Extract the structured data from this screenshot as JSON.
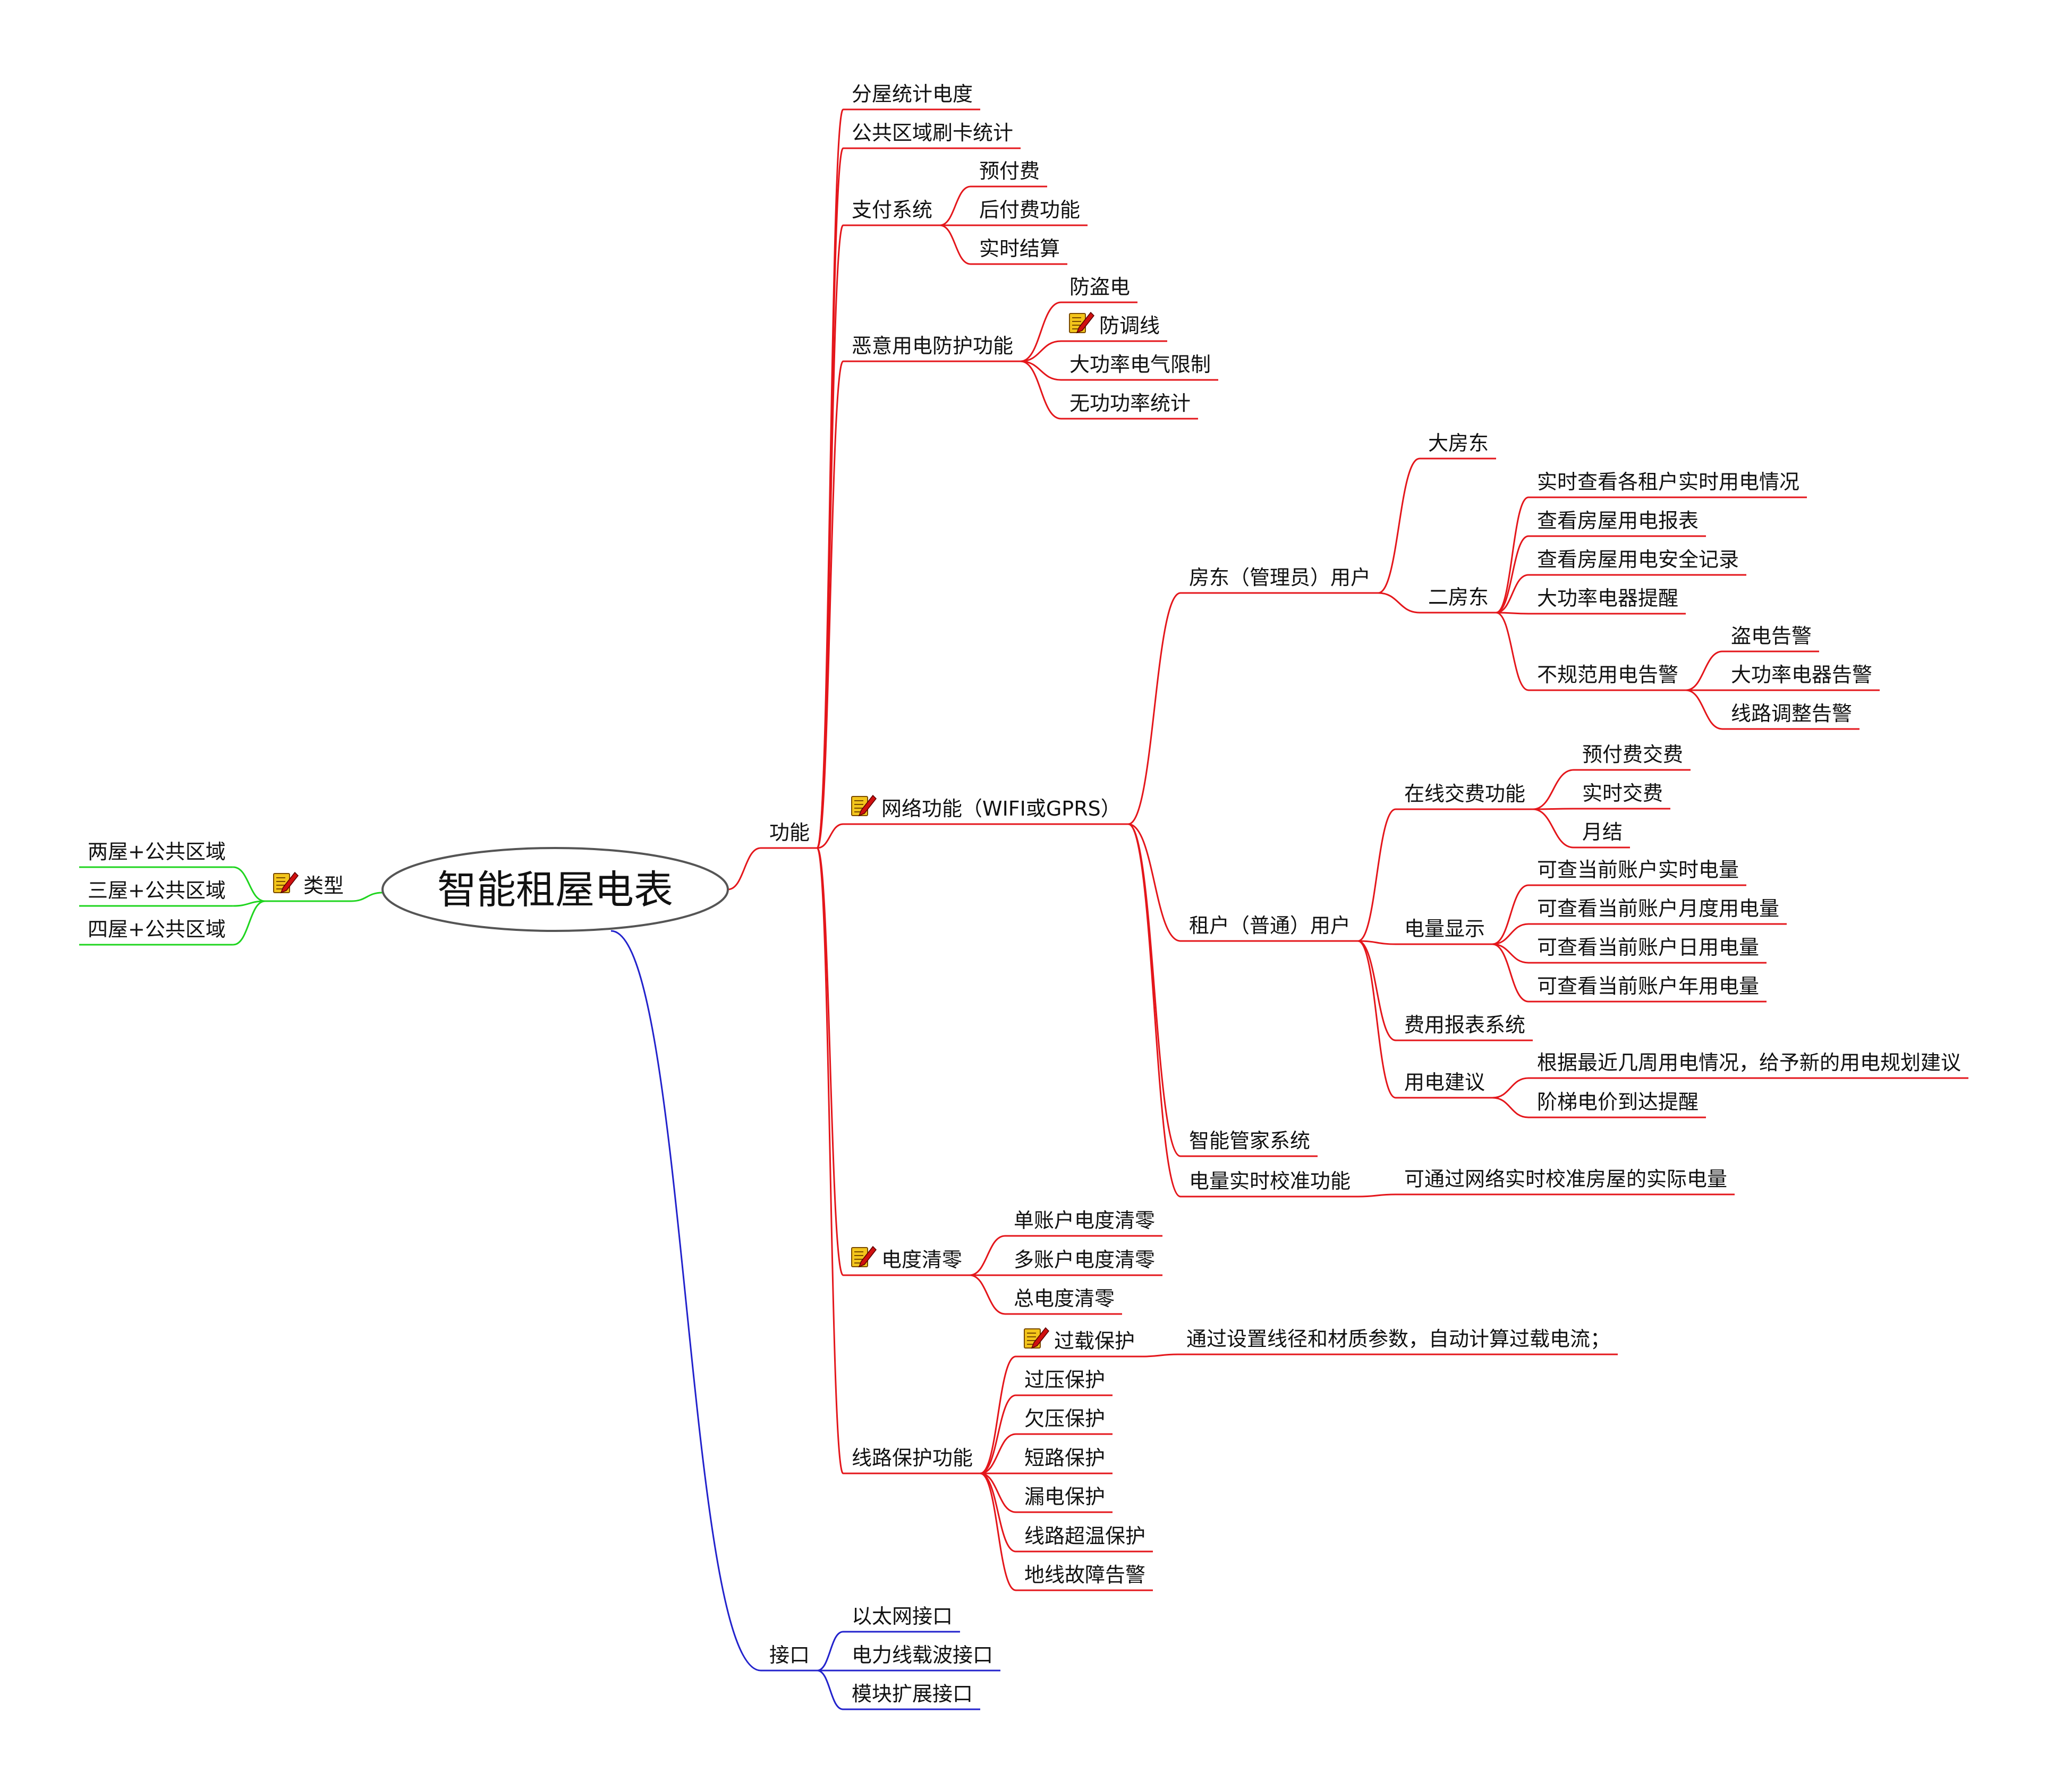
{
  "colors": {
    "red": "#e4161b",
    "green": "#1fd51f",
    "blue": "#2222cc",
    "note_fill": "#f3c51b",
    "note_outline": "#7a4a00",
    "pen": "#d01010"
  },
  "root": {
    "label": "智能租屋电表"
  },
  "type_branch": {
    "label": "类型",
    "icon": "note-pencil-icon",
    "children": [
      "两屋+公共区域",
      "三屋+公共区域",
      "四屋+公共区域"
    ]
  },
  "function_branch": {
    "label": "功能",
    "floor_stats": "分屋统计电度",
    "public_card": "公共区域刷卡统计",
    "payment": {
      "label": "支付系统",
      "children": [
        "预付费",
        "后付费功能",
        "实时结算"
      ]
    },
    "protection": {
      "label": "恶意用电防护功能",
      "children": [
        "防盗电",
        "防调线",
        "大功率电气限制",
        "无功功率统计"
      ],
      "icon_on": "防调线"
    },
    "network": {
      "label": "网络功能（WIFI或GPRS）",
      "icon": "note-pencil-icon",
      "landlord": {
        "label": "房东（管理员）用户",
        "big": "大房东",
        "second": "二房东",
        "second_children": [
          "实时查看各租户实时用电情况",
          "查看房屋用电报表",
          "查看房屋用电安全记录",
          "大功率电器提醒",
          "不规范用电告警"
        ],
        "alarm_children": [
          "盗电告警",
          "大功率电器告警",
          "线路调整告警"
        ]
      },
      "tenant": {
        "label": "租户（普通）用户",
        "online_pay": {
          "label": "在线交费功能",
          "children": [
            "预付费交费",
            "实时交费",
            "月结"
          ]
        },
        "display": {
          "label": "电量显示",
          "children": [
            "可查当前账户实时电量",
            "可查看当前账户月度用电量",
            "可查看当前账户日用电量",
            "可查看当前账户年用电量"
          ]
        },
        "report": "费用报表系统",
        "advice": {
          "label": "用电建议",
          "children": [
            "根据最近几周用电情况，给予新的用电规划建议",
            "阶梯电价到达提醒"
          ]
        }
      },
      "butler": "智能管家系统",
      "calibrate": {
        "label": "电量实时校准功能",
        "child": "可通过网络实时校准房屋的实际电量"
      }
    },
    "reset": {
      "label": "电度清零",
      "icon": "note-pencil-icon",
      "children": [
        "单账户电度清零",
        "多账户电度清零",
        "总电度清零"
      ]
    },
    "line_protect": {
      "label": "线路保护功能",
      "overload": {
        "label": "过载保护",
        "icon": "note-pencil-icon",
        "detail": "通过设置线径和材质参数，自动计算过载电流；"
      },
      "children": [
        "过压保护",
        "欠压保护",
        "短路保护",
        "漏电保护",
        "线路超温保护",
        "地线故障告警"
      ]
    }
  },
  "interface_branch": {
    "label": "接口",
    "children": [
      "以太网接口",
      "电力线载波接口",
      "模块扩展接口"
    ]
  }
}
